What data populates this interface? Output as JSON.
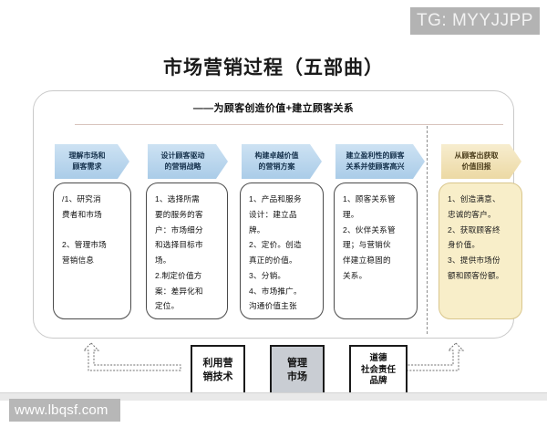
{
  "badge": {
    "text": "TG: MYYJJPP"
  },
  "header": {
    "title": "市场营销过程（五部曲）",
    "subtitle": "——为顾客创造价值+建立顾客关系"
  },
  "steps": [
    {
      "line1": "理解市场和",
      "line2": "顾客需求",
      "color": "#bcd9ef"
    },
    {
      "line1": "设计顾客驱动",
      "line2": "的营销战略",
      "color": "#bcd9ef"
    },
    {
      "line1": "构建卓越价值",
      "line2": "的营销方案",
      "color": "#bcd9ef"
    },
    {
      "line1": "建立盈利性的顾客",
      "line2": "关系并使顾客高兴",
      "color": "#bcd9ef"
    },
    {
      "line1": "从顾客出获取",
      "line2": "价值回报",
      "color": "#efdfb0"
    }
  ],
  "cards": [
    {
      "accent": "#ffffff",
      "lines": [
        "/1、研究消",
        "费者和市场",
        "",
        "2、管理市场",
        "营销信息"
      ]
    },
    {
      "accent": "#ffffff",
      "lines": [
        "1、选择所需",
        "要的服务的客",
        "户：市场细分",
        "和选择目标市",
        "场。",
        "2.制定价值方",
        "案：差异化和",
        "定位。"
      ]
    },
    {
      "accent": "#ffffff",
      "lines": [
        "1、产品和服务",
        "设计：建立品",
        "牌。",
        "2、定价。创造",
        "真正的价值。",
        "3、分销。",
        "4、市场推广。",
        "沟通价值主张"
      ]
    },
    {
      "accent": "#ffffff",
      "lines": [
        "1、顾客关系管",
        "理。",
        "2、伙伴关系管",
        "理；与营销伙",
        "伴建立稳固的",
        "关系。"
      ]
    },
    {
      "accent": "#f8eec9",
      "lines": [
        "1、创造满意、",
        "忠诚的客户。",
        "2、获取顾客终",
        "身价值。",
        "3、提供市场份",
        "额和顾客份额。"
      ]
    }
  ],
  "bottom_boxes": [
    {
      "lines": [
        "利用营",
        "销技术"
      ],
      "style": "white"
    },
    {
      "lines": [
        "管理",
        "市场"
      ],
      "style": "gray"
    },
    {
      "lines": [
        "道德",
        "社会责任",
        "品牌"
      ],
      "style": "white"
    }
  ],
  "watermark": {
    "text": "www.lbqsf.com"
  },
  "colors": {
    "chevron_blue": "#bcd9ef",
    "chevron_tan": "#efdfb0",
    "card_tan": "#f8eec9",
    "frame_border": "#c9c9c9",
    "divider": "#d9c4bd",
    "badge_bg": "#b3b3b3",
    "gray_box": "#c9cdd3"
  }
}
